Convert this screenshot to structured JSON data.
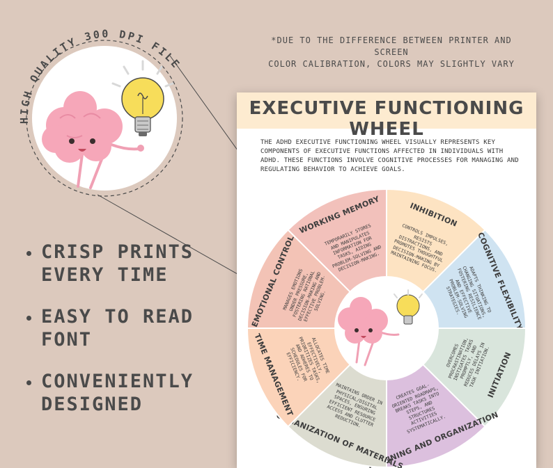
{
  "badge": {
    "text": "HIGH QUALITY 300 DPI FILE"
  },
  "note": {
    "line1": "*DUE TO THE DIFFERENCE BETWEEN PRINTER AND SCREEN",
    "line2": "COLOR CALIBRATION, COLORS MAY SLIGHTLY VARY"
  },
  "features": [
    {
      "text": "CRISP PRINTS EVERY TIME"
    },
    {
      "text": "EASY TO READ FONT"
    },
    {
      "text": "CONVENIENTLY DESIGNED"
    }
  ],
  "poster": {
    "title": "EXECUTIVE FUNCTIONING WHEEL",
    "description": "THE ADHD EXECUTIVE FUNCTIONING WHEEL VISUALLY REPRESENTS KEY COMPONENTS OF EXECUTIVE FUNCTIONS AFFECTED IN INDIVIDUALS WITH ADHD. THESE FUNCTIONS INVOLVE COGNITIVE PROCESSES FOR MANAGING AND REGULATING BEHAVIOR TO ACHIEVE GOALS.",
    "segments": [
      {
        "label": "INHIBITION",
        "text": "CONTROLS IMPULSES, RESISTS DISTRACTIONS, AND PROMOTES THOUGHTFUL DECISION-MAKING BY MAINTAINING FOCUS.",
        "color": "#fde3c2"
      },
      {
        "label": "COGNITIVE FLEXIBILITY",
        "text": "ADAPTS THINKING TO CHANGING SITUATIONS, FOSTERING RESILIENCE AND EFFECTIVE PROBLEM-SOLVING STRATEGIES.",
        "color": "#cfe3f1"
      },
      {
        "label": "INITIATION",
        "text": "OVERCOMES PROCRASTINATION, INSTIGATES TASKS PROMPTLY, AND REDUCES DELAYS IN TASK INITIATION.",
        "color": "#d9e5dc"
      },
      {
        "label": "PLANNING AND ORGANIZATION",
        "text": "CREATES GOAL-ORIENTED ROADMAPS, BREAKS TASKS INTO STEPS, AND STRUCTURES ACTIVITIES SYSTEMATICALLY.",
        "color": "#dcc0de"
      },
      {
        "label": "ORGANIZATION OF MATERIALS",
        "text": "MAINTAINS ORDER IN PHYSICAL/DIGITAL SPACES, ENSURING EFFICIENT RESOURCE ACCESS AND CLUTTER REDUCTION.",
        "color": "#dcdcd0"
      },
      {
        "label": "TIME MANAGEMENT",
        "text": "ALLOCATES TIME EFFECTIVELY, PRIORITIZES TASKS, AND ADHERES TO SCHEDULES FOR EFFICIENCY.",
        "color": "#fbd3b9"
      },
      {
        "label": "EMOTIONAL CONTROL",
        "text": "MANAGES EMOTIONS UNDER PRESSURE, FOSTERING RATIONAL DECISION-MAKING AND EFFECTIVE PROBLEM-SOLVING.",
        "color": "#f3c3b6"
      },
      {
        "label": "WORKING MEMORY",
        "text": "TEMPORARILY STORES AND MANIPULATES INFORMATION FOR TASKS, AIDING PROBLEM-SOLVING AND DECISION-MAKING.",
        "color": "#f2c1bb"
      }
    ]
  },
  "colors": {
    "background": "#dcc9bd",
    "text": "#4a4a4a",
    "header": "#fdebd0",
    "brain": "#f6a7b9",
    "bulb": "#f7dd5a"
  }
}
